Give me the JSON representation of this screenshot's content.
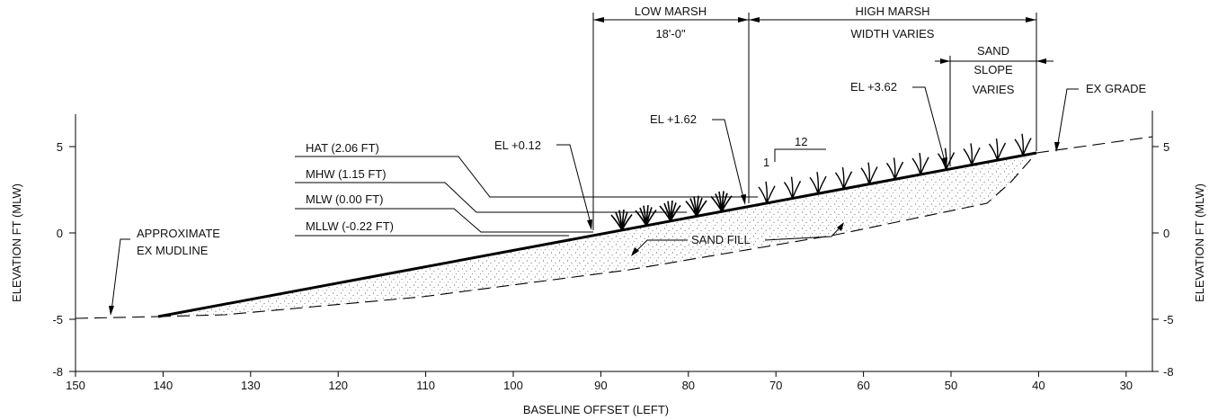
{
  "title": "",
  "axes": {
    "left_label": "ELEVATION FT (MLW)",
    "right_label": "ELEVATION FT (MLW)",
    "bottom_label": "BASELINE OFFSET (LEFT)",
    "x_ticks": [
      "150",
      "140",
      "130",
      "120",
      "110",
      "100",
      "90",
      "80",
      "70",
      "60",
      "50",
      "40",
      "30"
    ],
    "y_ticks_left": [
      "5",
      "0",
      "-5",
      "-8"
    ],
    "y_ticks_right": [
      "5",
      "0",
      "-5",
      "-8"
    ]
  },
  "dimensions": {
    "low_marsh_title": "LOW MARSH",
    "low_marsh_value": "18'-0\"",
    "high_marsh_title": "HIGH MARSH",
    "high_marsh_value": "WIDTH VARIES",
    "sand_line1": "SAND",
    "sand_line2": "SLOPE",
    "sand_line3": "VARIES"
  },
  "water_levels": [
    {
      "label": "HAT (2.06 FT)",
      "elev": 2.06
    },
    {
      "label": "MHW (1.15 FT)",
      "elev": 1.15
    },
    {
      "label": "MLW (0.00 FT)",
      "elev": 0.0
    },
    {
      "label": "MLLW (-0.22 FT)",
      "elev": -0.22
    }
  ],
  "callouts": {
    "el_low": "EL +0.12",
    "el_mid": "EL +1.62",
    "el_high": "EL +3.62",
    "ex_grade": "EX GRADE",
    "mudline_1": "APPROXIMATE",
    "mudline_2": "EX MUDLINE",
    "sand_fill": "SAND FILL",
    "slope_rise": "1",
    "slope_run": "12"
  }
}
